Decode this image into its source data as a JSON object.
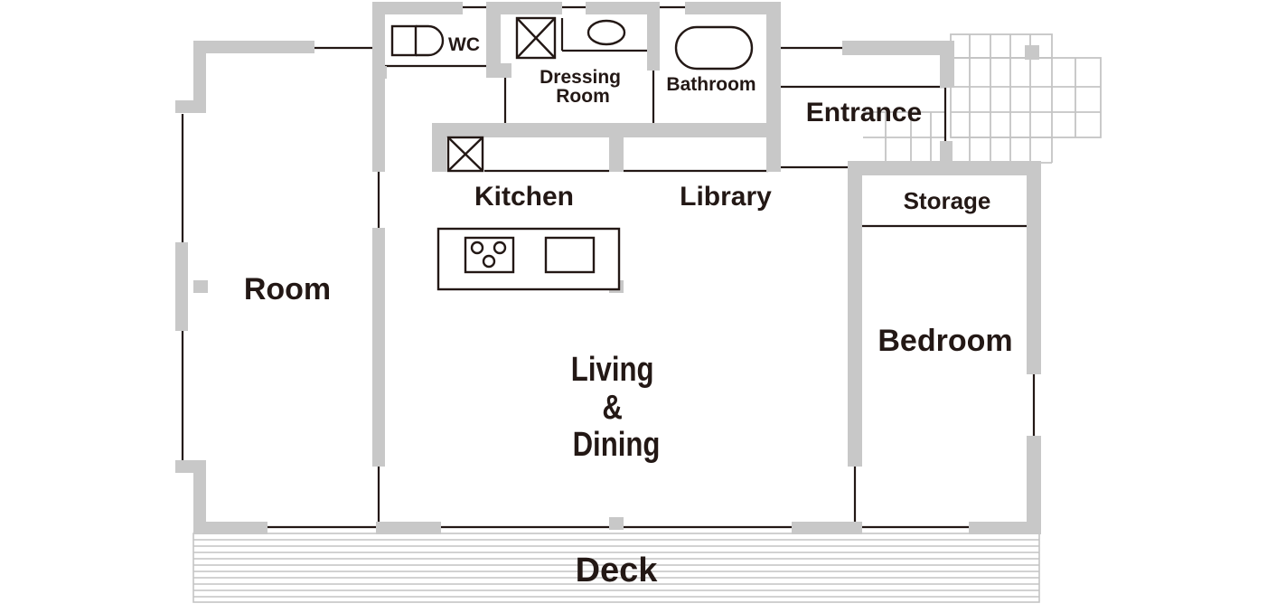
{
  "rooms": {
    "wc": "WC",
    "dressing_room": [
      "Dressing",
      "Room"
    ],
    "bathroom": "Bathroom",
    "entrance": "Entrance",
    "kitchen": "Kitchen",
    "library": "Library",
    "storage": "Storage",
    "room": "Room",
    "bedroom": "Bedroom",
    "living_dining": [
      "Living",
      "&",
      "Dining"
    ],
    "deck": "Deck"
  },
  "colors": {
    "ink": "#231815",
    "wall": "#c8c8c8",
    "deck_lines": "#c4c4c4",
    "background": "#ffffff"
  },
  "icons": [
    "toilet-icon",
    "sink-icon",
    "bathtub-icon",
    "fridge-icon",
    "stove-icon"
  ]
}
